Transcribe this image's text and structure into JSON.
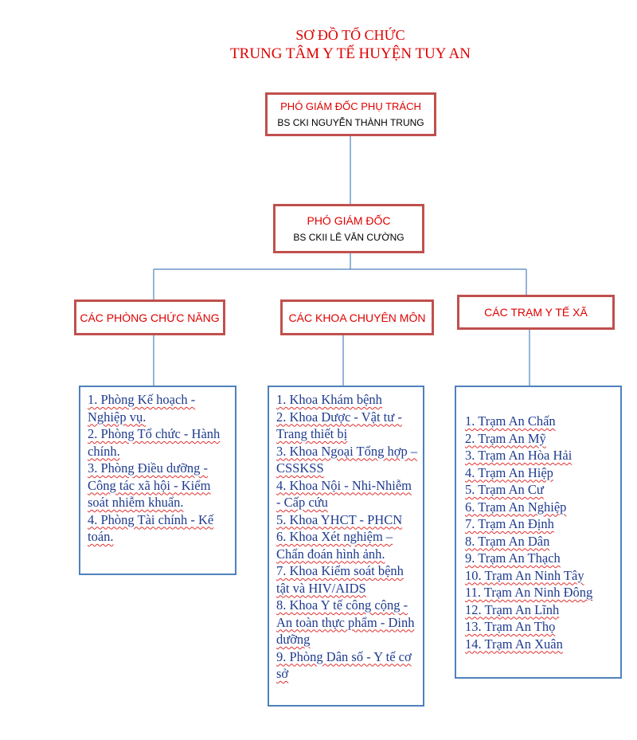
{
  "title": {
    "line1": "SƠ ĐỒ TỔ CHỨC",
    "line2": "TRUNG TÂM Y TẾ HUYỆN TUY AN"
  },
  "top_box": {
    "role": "PHÓ GIÁM ĐỐC PHỤ TRÁCH",
    "name": "BS CKI NGUYỄN THÀNH TRUNG"
  },
  "second_box": {
    "role": "PHÓ GIÁM ĐỐC",
    "name": "BS CKII LÊ VĂN CƯỜNG"
  },
  "branches": [
    {
      "label": "CÁC PHÒNG CHỨC NĂNG"
    },
    {
      "label": "CÁC KHOA CHUYÊN MÔN"
    },
    {
      "label": "CÁC TRẠM Y TẾ XÃ"
    }
  ],
  "departments": [
    "1. Phòng Kế hoạch - Nghiệp vụ.",
    "2. Phòng Tổ chức - Hành chính.",
    "3. Phòng Điều dưỡng - Công tác xã hội - Kiểm soát nhiễm khuẩn.",
    "4. Phòng Tài chính - Kế toán."
  ],
  "faculties": [
    "1. Khoa Khám bệnh",
    "2. Khoa Dược - Vật tư - Trang thiết bị",
    "3. Khoa Ngoại Tổng hợp – CSSKSS",
    "4. Khoa Nội - Nhi-Nhiễm - Cấp cứu",
    "5. Khoa YHCT - PHCN",
    "6. Khoa Xét nghiệm – Chẩn đoán hình ảnh.",
    "7. Khoa Kiểm soát bệnh tật và HIV/AIDS",
    "8. Khoa Y tế công cộng - An toàn thực phẩm - Dinh dưỡng",
    "9. Phòng Dân số - Y tế cơ sở"
  ],
  "stations": [
    "1. Trạm An Chấn",
    "2. Trạm An Mỹ",
    "3. Trạm An Hòa Hải",
    "4. Trạm An Hiệp",
    "5. Trạm An  Cư",
    "6. Trạm An Nghiệp",
    "7. Trạm An Định",
    "8. Trạm An Dân",
    "9.   Trạm An Thạch",
    "10. Trạm An Ninh Tây",
    "11. Trạm An Ninh Đông",
    "12. Trạm An Lĩnh",
    "13. Trạm An Thọ",
    "14. Trạm An Xuân"
  ],
  "colors": {
    "title": "#e00000",
    "red_border": "#c0504d",
    "blue_border": "#4f81bd",
    "list_text": "#1f3b8f"
  }
}
